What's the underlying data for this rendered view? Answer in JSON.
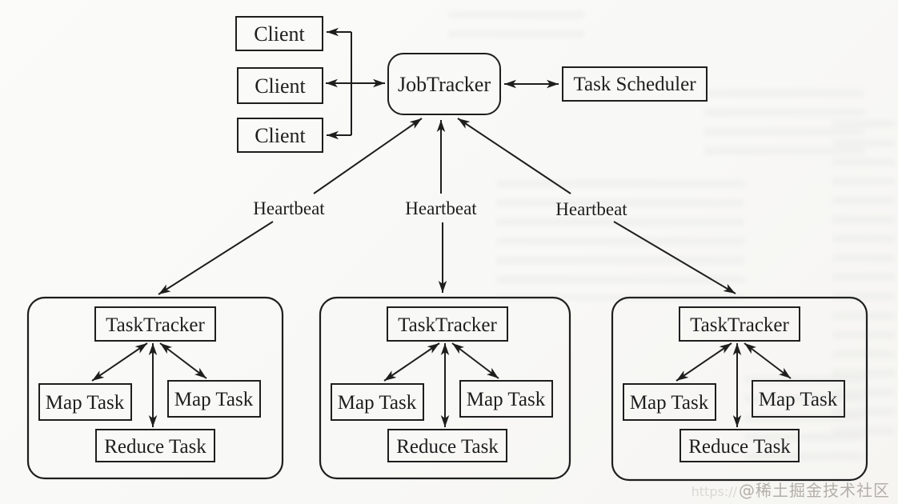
{
  "colors": {
    "ink": "#1e1e1e",
    "paper": "#f8f8f6",
    "watermark_text": "#b3afa8",
    "watermark_prefix": "#dbd8d3"
  },
  "diagram": {
    "clients": [
      {
        "label": "Client"
      },
      {
        "label": "Client"
      },
      {
        "label": "Client"
      }
    ],
    "job_tracker": {
      "label": "JobTracker"
    },
    "task_scheduler": {
      "label": "Task Scheduler"
    },
    "heartbeats": [
      {
        "label": "Heartbeat"
      },
      {
        "label": "Heartbeat"
      },
      {
        "label": "Heartbeat"
      }
    ],
    "workers": [
      {
        "task_tracker": "TaskTracker",
        "map_task_left": "Map Task",
        "map_task_right": "Map Task",
        "reduce_task": "Reduce Task"
      },
      {
        "task_tracker": "TaskTracker",
        "map_task_left": "Map Task",
        "map_task_right": "Map Task",
        "reduce_task": "Reduce Task"
      },
      {
        "task_tracker": "TaskTracker",
        "map_task_left": "Map Task",
        "map_task_right": "Map Task",
        "reduce_task": "Reduce Task"
      }
    ]
  },
  "watermark": {
    "prefix": "https://",
    "label": "@稀土掘金技术社区"
  }
}
